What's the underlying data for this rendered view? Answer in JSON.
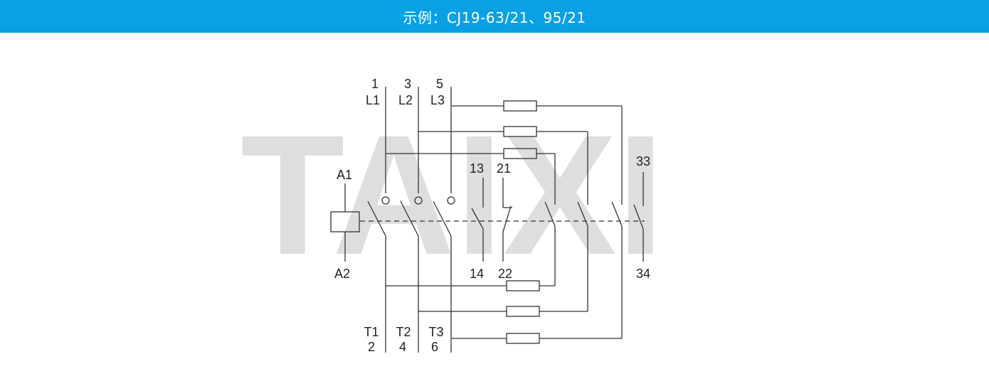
{
  "banner": {
    "title": "示例：CJ19-63/21、95/21",
    "color": "#0aa0e6"
  },
  "watermark": {
    "text": "TAIXI",
    "color": "#dedede"
  },
  "diagram": {
    "line_color": "#333333",
    "coil": {
      "top_label": "A1",
      "bottom_label": "A2"
    },
    "main_poles_top": [
      {
        "number": "1",
        "name": "L1"
      },
      {
        "number": "3",
        "name": "L2"
      },
      {
        "number": "5",
        "name": "L3"
      }
    ],
    "main_poles_bottom": [
      {
        "name": "T1",
        "number": "2"
      },
      {
        "name": "T2",
        "number": "4"
      },
      {
        "name": "T3",
        "number": "6"
      }
    ],
    "aux_contacts": {
      "no_top": "13",
      "no_bottom": "14",
      "nc_top": "21",
      "nc_bottom": "22",
      "extra_top": "33",
      "extra_bottom": "34"
    }
  }
}
